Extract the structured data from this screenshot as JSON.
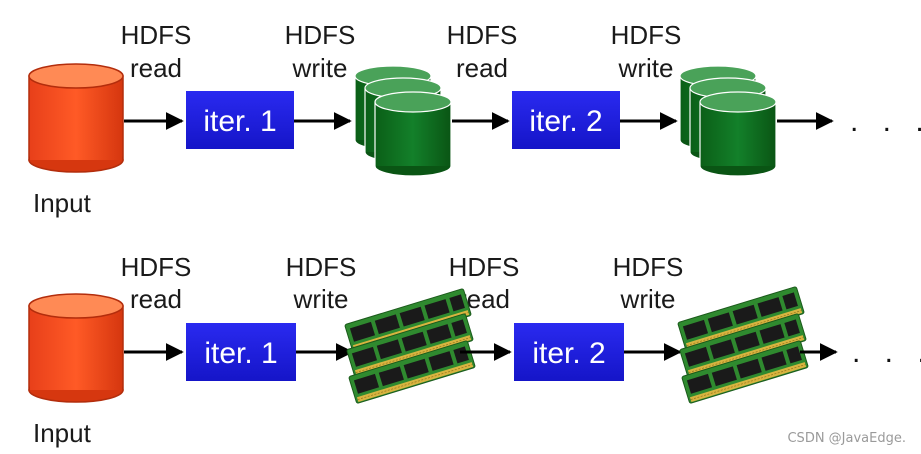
{
  "rows": [
    {
      "input_label": "Input",
      "labels": [
        {
          "line1": "HDFS",
          "line2": "read"
        },
        {
          "line1": "HDFS",
          "line2": "write"
        },
        {
          "line1": "HDFS",
          "line2": "read"
        },
        {
          "line1": "HDFS",
          "line2": "write"
        }
      ],
      "iters": [
        "iter. 1",
        "iter. 2"
      ],
      "storage": "disk",
      "ellipsis": ". . ."
    },
    {
      "input_label": "Input",
      "labels": [
        {
          "line1": "HDFS",
          "line2": "read"
        },
        {
          "line1": "HDFS",
          "line2": "write"
        },
        {
          "line1": "HDFS",
          "line2": "read"
        },
        {
          "line1": "HDFS",
          "line2": "write"
        }
      ],
      "iters": [
        "iter. 1",
        "iter. 2"
      ],
      "storage": "memory",
      "ellipsis": ". . ."
    }
  ],
  "watermark": "CSDN @JavaEdge.",
  "colors": {
    "input_cylinder": "#f04a1c",
    "disk_cylinder": "#0f6e1c",
    "iter_box": "#1f1fe0",
    "arrow": "#000000"
  }
}
